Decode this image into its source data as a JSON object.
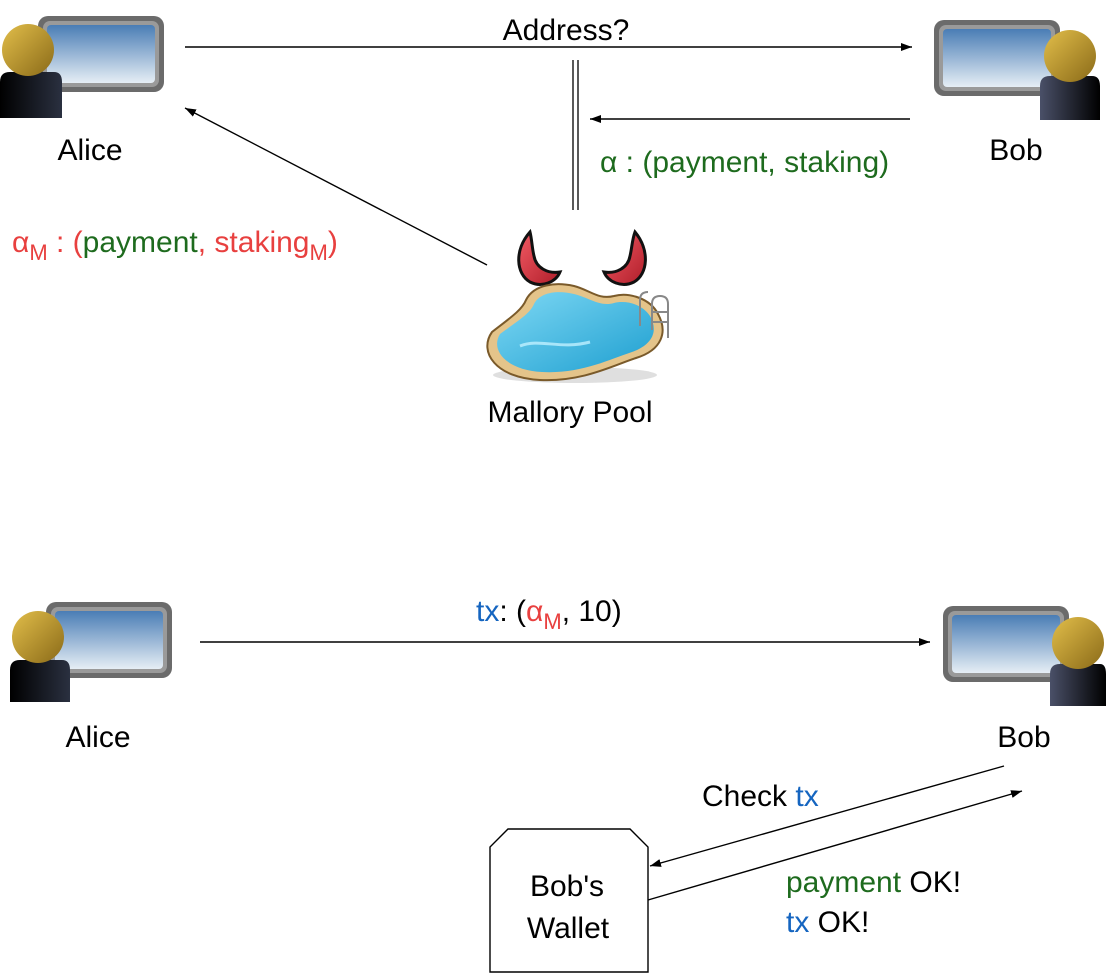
{
  "colors": {
    "green": "#1e6b1e",
    "red": "#e8403f",
    "blue": "#1565c0",
    "monitor_frame": "#666666",
    "head_gold": "#c9a227",
    "horn_red": "#d32f3a",
    "pool_water": "#4fc3e8"
  },
  "icons": [
    "user-computer-icon",
    "devil-horns-icon",
    "pool-icon",
    "wallet-document-icon"
  ],
  "top_scene": {
    "alice_label": "Alice",
    "bob_label": "Bob",
    "mallory_label": "Mallory Pool",
    "request_label": "Address?",
    "bob_reply": {
      "alpha": "α",
      "sep": " : (",
      "payment": "payment",
      "comma": ", ",
      "staking": "staking",
      "close": ")"
    },
    "mallory_reply": {
      "alpha": "α",
      "alpha_sub": "M",
      "sep": " : (",
      "payment": "payment",
      "comma": ", ",
      "staking": "staking",
      "staking_sub": "M",
      "close": ")"
    }
  },
  "bottom_scene": {
    "alice_label": "Alice",
    "bob_label": "Bob",
    "tx_message": {
      "tx": "tx",
      "sep": ": (",
      "alpha": "α",
      "alpha_sub": "M",
      "amount": ", 10)"
    },
    "check": {
      "prefix": "Check ",
      "tx": "tx"
    },
    "wallet": {
      "line1": "Bob's",
      "line2": "Wallet"
    },
    "result": {
      "payment": "payment",
      "payment_ok": " OK!",
      "tx": "tx",
      "tx_ok": " OK!"
    }
  }
}
